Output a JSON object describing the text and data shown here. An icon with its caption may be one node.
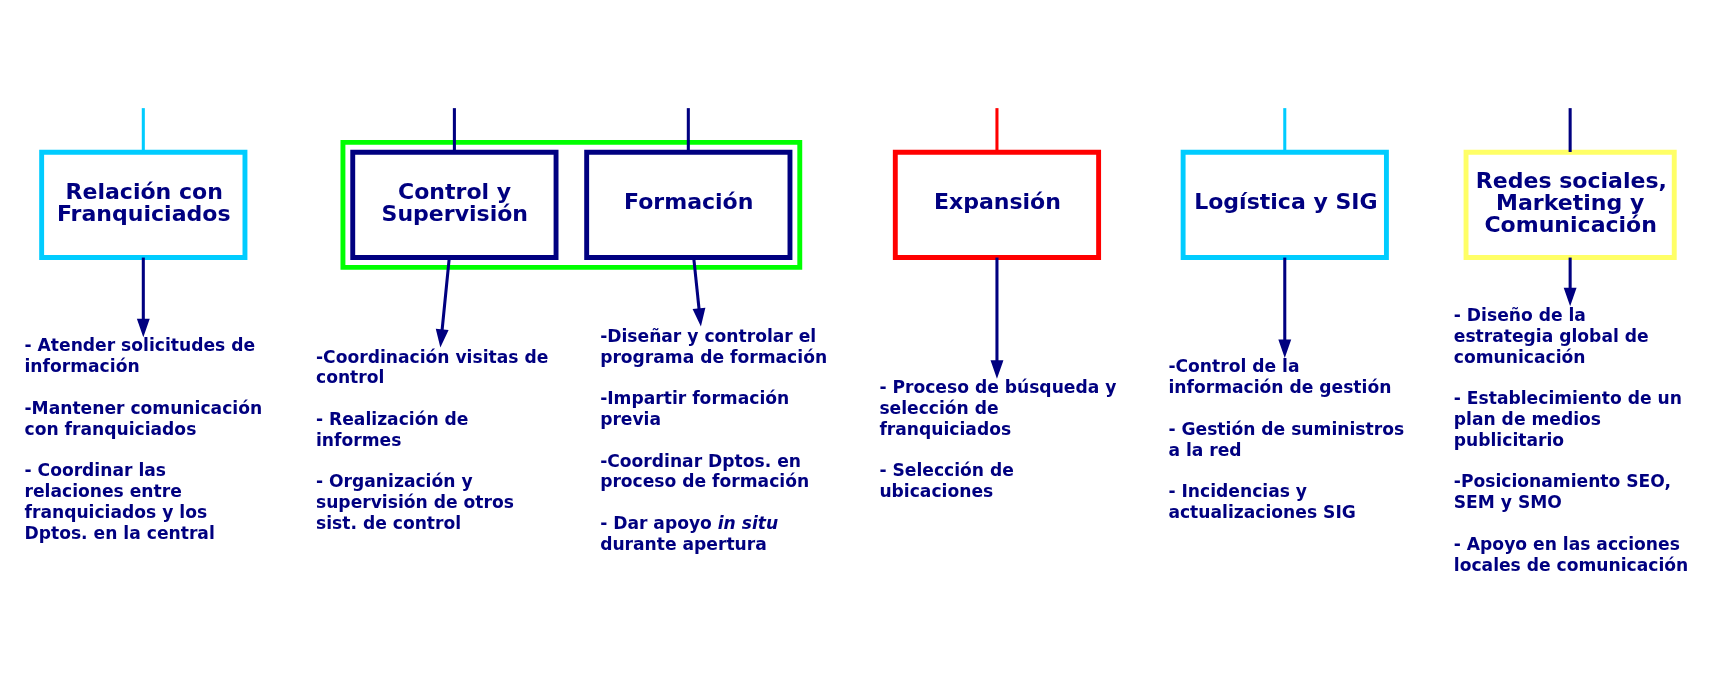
{
  "diagram": {
    "nodes": [
      {
        "text": [
          "Relación con Franquiciados"
        ]
      },
      {
        "text": [],
        "shape": "box"
      },
      {
        "text": [
          "Control y Supervisión"
        ],
        "in": 1
      },
      {
        "text": [
          "Formación"
        ],
        "in": 1
      },
      {
        "text": [
          "Expansión"
        ]
      },
      {
        "text": [
          "Logística y SIG"
        ]
      },
      {
        "text": [
          "Redes sociales, Marketing y Comunicación"
        ]
      },
      {
        "text": [
          "- Atender solicitudes de información",
          "-Mantener comunicación con franquiciados",
          "- Coordinar las relaciones entre franquiciados y los Dptos. en la central"
        ]
      },
      {
        "text": [
          "-Coordinación visitas de control",
          "- Realización de informes",
          "- Organización y supervisión de otros sist. de control"
        ]
      },
      {
        "text": [
          "-Diseñar y controlar el programa de formación",
          "-Impartir formación previa",
          "-Coordinar Dptos. en proceso de formación",
          "- Dar apoyo *in situ* durante apertura"
        ]
      },
      {
        "text": [
          "- Proceso de búsqueda y selección de franquiciados",
          "- Selección de ubicaciones"
        ]
      },
      {
        "text": [
          "-Control de la información de gestión",
          "- Gestión de suministros a la red",
          "- Incidencias y actualizaciones SIG"
        ]
      },
      {
        "text": [
          "- Diseño de la estrategia global de comunicación",
          "- Establecimiento de un plan de medios publicitario",
          "-Posicionamiento SEO, SEM y SMO",
          "- Apoyo en las acciones locales de comunicación"
        ]
      }
    ],
    "edges": [
      {
        "from": null,
        "to": 0,
        "arrow": "none",
        "color": "#00ccff"
      },
      {
        "from": null,
        "to": 2,
        "arrow": "none"
      },
      {
        "from": null,
        "to": 3,
        "arrow": "none"
      },
      {
        "from": null,
        "to": 4,
        "arrow": "none",
        "color": "#ff0000"
      },
      {
        "from": null,
        "to": 5,
        "arrow": "none",
        "color": "#00ccff"
      },
      {
        "from": null,
        "to": 6,
        "arrow": "none"
      },
      {
        "from": 0,
        "to": 7,
        "arrow": "to"
      },
      {
        "from": 2,
        "to": 8,
        "arrow": "to"
      },
      {
        "from": 3,
        "to": 9,
        "arrow": "to"
      },
      {
        "from": 4,
        "to": 10,
        "arrow": "to"
      },
      {
        "from": 5,
        "to": 11,
        "arrow": "to"
      },
      {
        "from": 6,
        "to": 12,
        "arrow": "to"
      }
    ]
  }
}
